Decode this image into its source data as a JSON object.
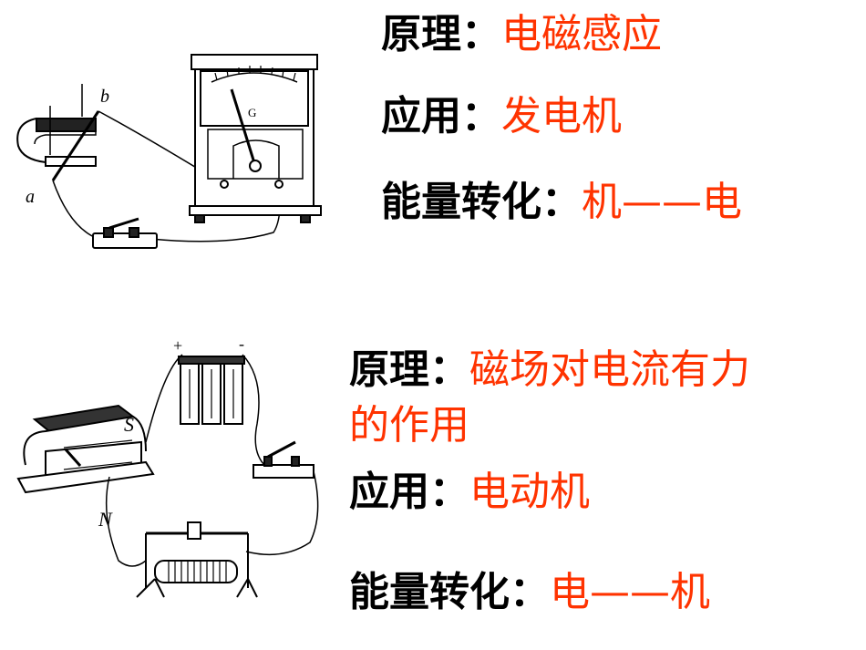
{
  "colors": {
    "label": "#000000",
    "answer": "#ff3300"
  },
  "generator": {
    "figure_labels": {
      "a": "a",
      "b": "b",
      "meter": "G"
    },
    "principle_label": "原理：",
    "principle_value": "电磁感应",
    "application_label": "应用：",
    "application_value": "发电机",
    "energy_label": "能量转化：",
    "energy_value": "机——电"
  },
  "motor": {
    "figure_labels": {
      "S": "S",
      "N": "N",
      "plus": "+",
      "minus": "-"
    },
    "principle_label": "原理：",
    "principle_value_line1": "磁场对电流有力",
    "principle_value_line2": "的作用",
    "application_label": "应用：",
    "application_value": "电动机",
    "energy_label": "能量转化：",
    "energy_value": "电——机"
  }
}
